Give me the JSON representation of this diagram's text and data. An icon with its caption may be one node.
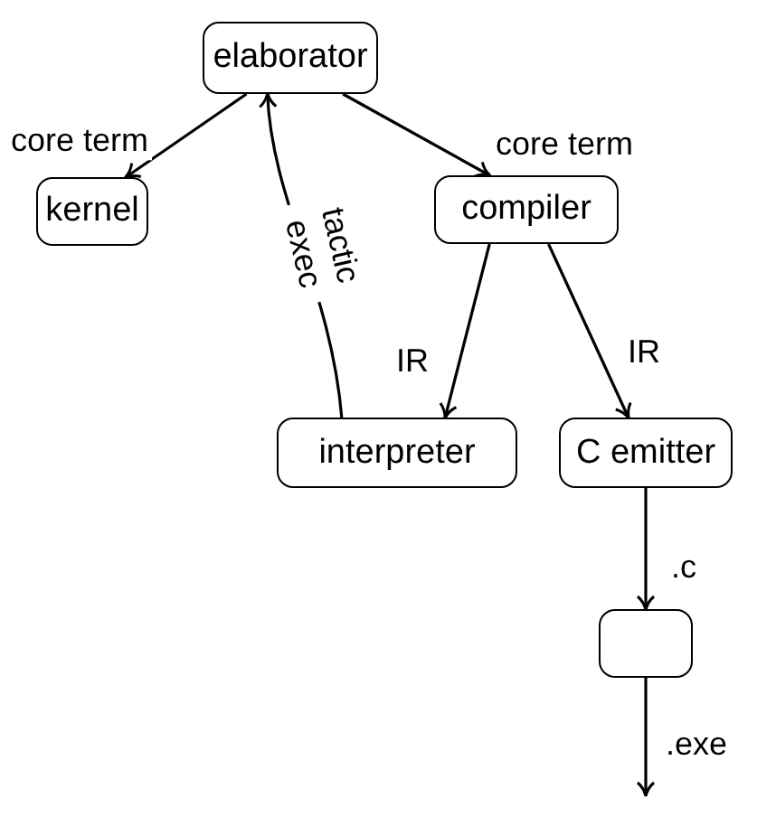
{
  "diagram": {
    "nodes": [
      {
        "text": [
          "elaborator"
        ]
      },
      {
        "text": [
          "kernel"
        ]
      },
      {
        "text": [
          "compiler"
        ]
      },
      {
        "text": [
          "interpreter"
        ]
      },
      {
        "text": [
          "C emitter"
        ]
      },
      {
        "text": [],
        "shape": "box"
      }
    ],
    "edges": [
      {
        "from": 0,
        "to": 1,
        "arrow": "to",
        "label": "core term"
      },
      {
        "from": 0,
        "to": 2,
        "arrow": "to",
        "label": "core term"
      },
      {
        "from": 2,
        "to": 3,
        "arrow": "to",
        "label": "IR"
      },
      {
        "from": 2,
        "to": 4,
        "arrow": "to",
        "label": "IR"
      },
      {
        "from": 3,
        "to": 0,
        "arrow": "to",
        "label": "tactic exec"
      },
      {
        "from": 4,
        "to": 5,
        "arrow": "to",
        "label": ".c"
      },
      {
        "from": 5,
        "to": null,
        "arrow": "to",
        "label": ".exe"
      }
    ]
  }
}
